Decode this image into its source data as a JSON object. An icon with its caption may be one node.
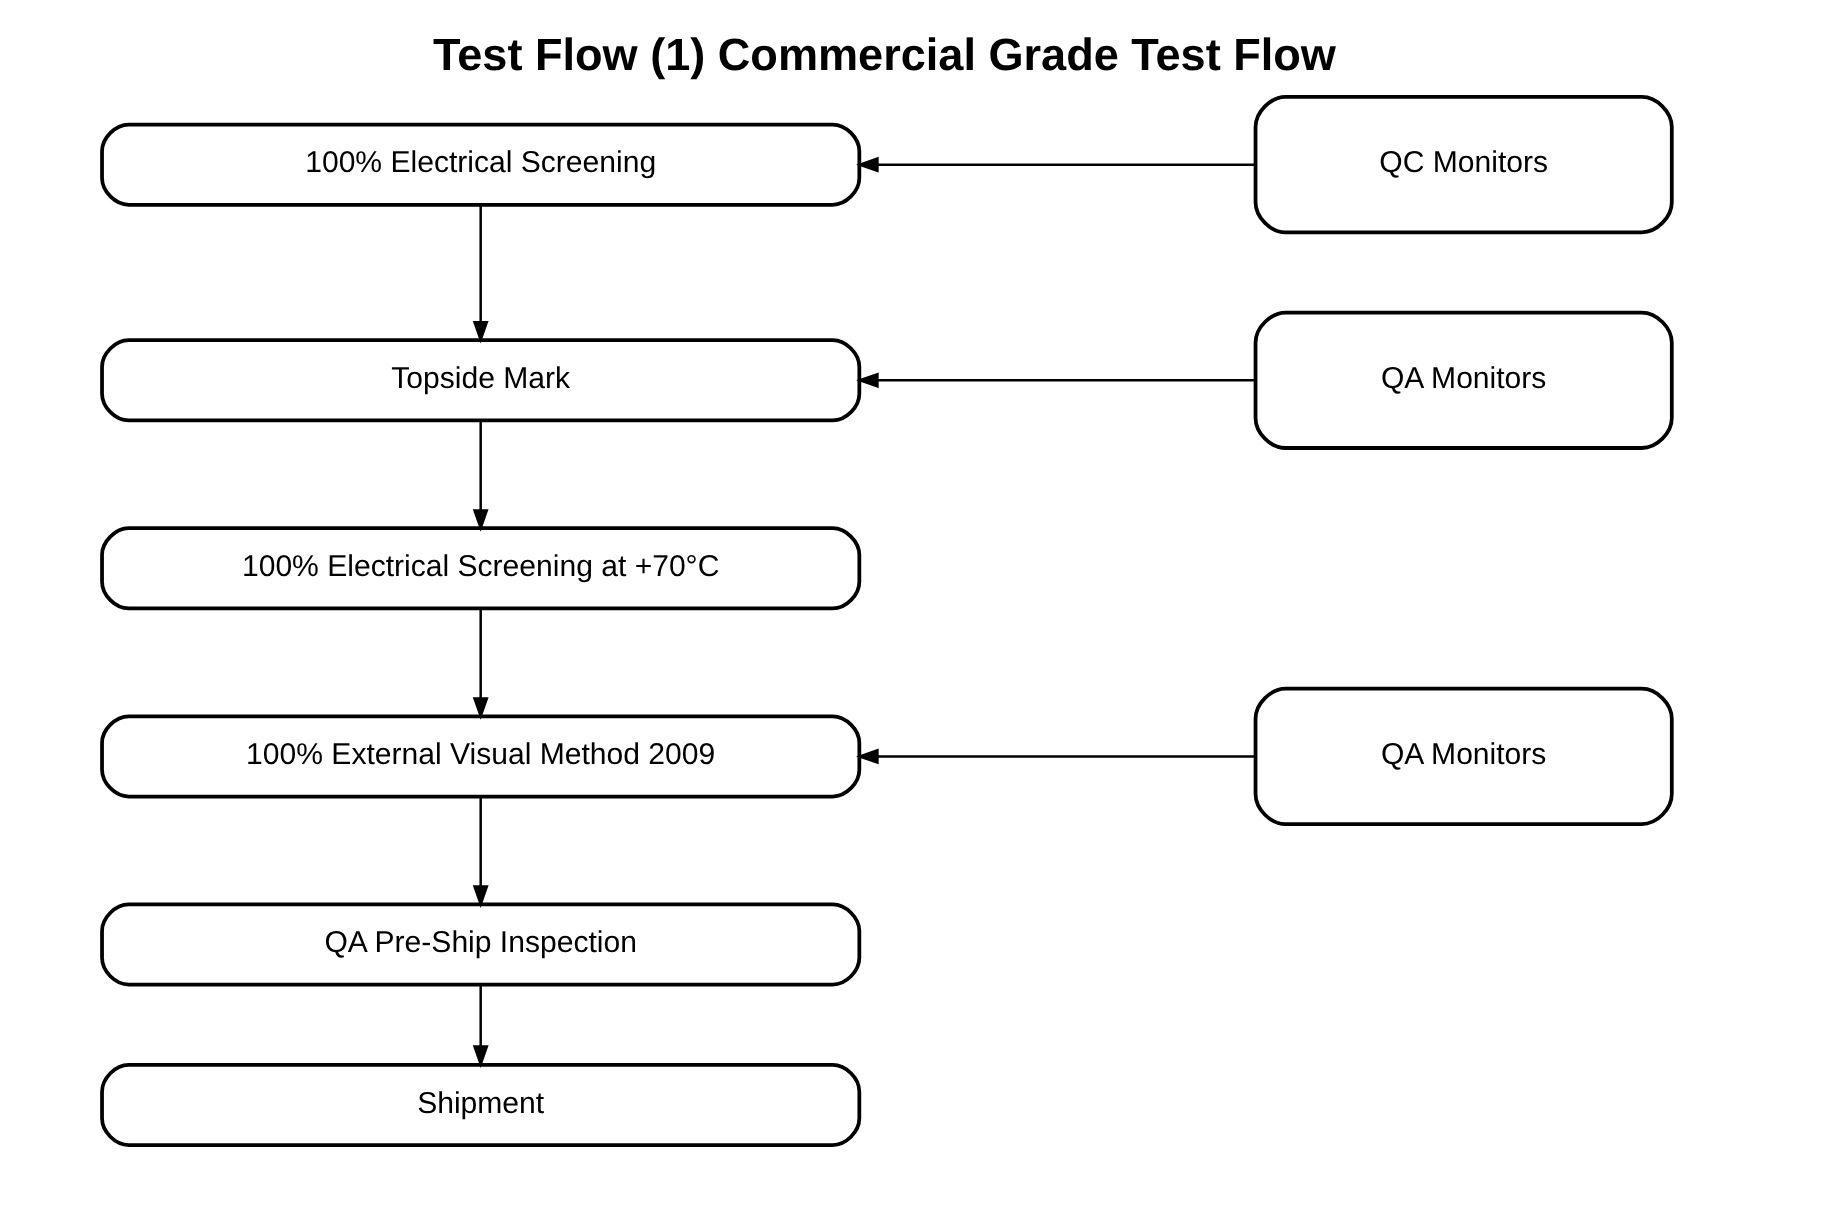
{
  "diagram": {
    "title": "Test Flow (1) Commercial Grade Test Flow",
    "nodes": [
      {
        "text": [
          "100% Electrical Screening"
        ]
      },
      {
        "text": [
          "QC Monitors"
        ]
      },
      {
        "text": [
          "Topside Mark"
        ]
      },
      {
        "text": [
          "QA Monitors"
        ]
      },
      {
        "text": [
          "100% Electrical Screening at +70°C"
        ]
      },
      {
        "text": [
          "100% External Visual Method 2009"
        ]
      },
      {
        "text": [
          "QA Monitors"
        ]
      },
      {
        "text": [
          "QA Pre-Ship Inspection"
        ]
      },
      {
        "text": [
          "Shipment"
        ]
      }
    ],
    "edges": [
      {
        "from": 0,
        "to": 2,
        "arrow": "to"
      },
      {
        "from": 2,
        "to": 4,
        "arrow": "to"
      },
      {
        "from": 4,
        "to": 5,
        "arrow": "to"
      },
      {
        "from": 5,
        "to": 7,
        "arrow": "to"
      },
      {
        "from": 7,
        "to": 8,
        "arrow": "to"
      },
      {
        "from": 1,
        "to": 0,
        "arrow": "to"
      },
      {
        "from": 3,
        "to": 2,
        "arrow": "to"
      },
      {
        "from": 6,
        "to": 5,
        "arrow": "to"
      }
    ]
  }
}
